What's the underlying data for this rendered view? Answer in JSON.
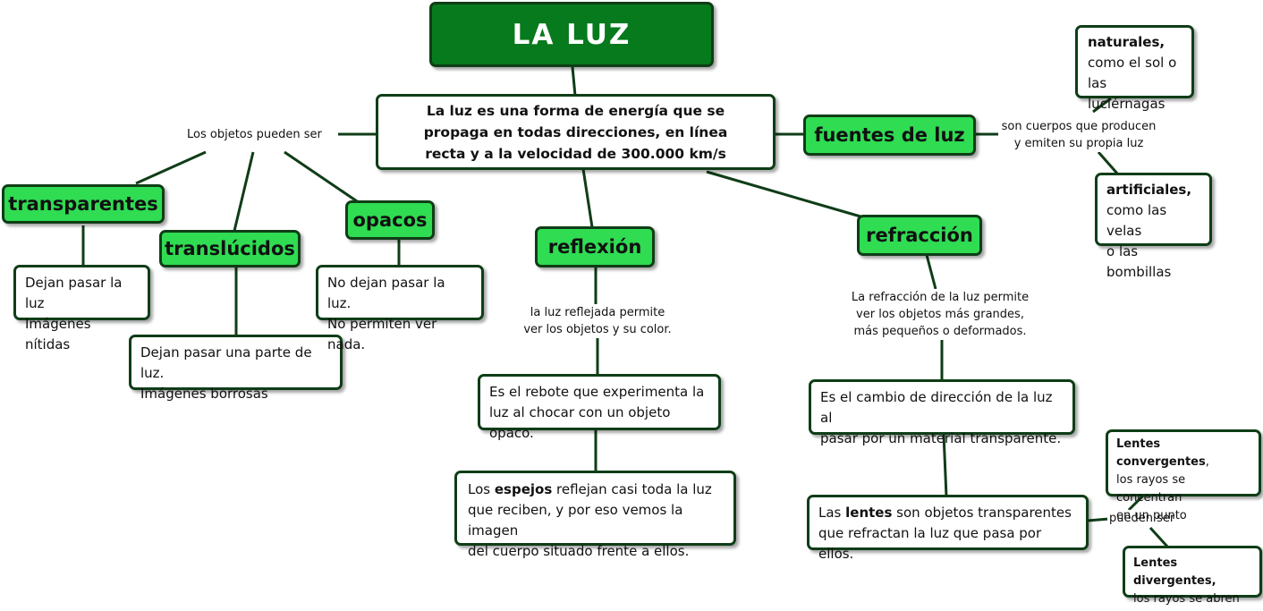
{
  "title": "LA LUZ",
  "definition": [
    "La luz es una forma de energía que se",
    "propaga en todas direcciones, en línea",
    "recta y a la velocidad de 300.000 km/s"
  ],
  "objects": {
    "link_label": "Los objetos pueden ser",
    "transparent": {
      "label": "transparentes",
      "desc": [
        "Dejan pasar la luz",
        "Imágenes nítidas"
      ]
    },
    "translucent": {
      "label": "translúcidos",
      "desc": [
        "Dejan pasar una parte de luz.",
        "Imágenes borrosas"
      ]
    },
    "opaque": {
      "label": "opacos",
      "desc": [
        "No dejan pasar la luz.",
        "No permiten ver nada."
      ]
    }
  },
  "sources": {
    "label": "fuentes de luz",
    "link_label": [
      "son cuerpos que producen",
      "y emiten su propia luz"
    ],
    "natural": {
      "bold": "naturales,",
      "rest": [
        "como el sol o",
        "las luciérnagas"
      ]
    },
    "artificial": {
      "bold": "artificiales,",
      "rest": [
        "como las velas",
        "o las bombillas"
      ]
    }
  },
  "reflection": {
    "label": "reflexión",
    "link_label": [
      "la luz reflejada permite",
      "ver los objetos y su color."
    ],
    "definition": [
      "Es el rebote que experimenta la",
      "luz al chocar con un objeto opaco."
    ],
    "mirrors": {
      "pre": "Los ",
      "bold": "espejos",
      "post": " reflejan casi toda la luz",
      "rest": [
        "que reciben, y por eso vemos la imagen",
        "del cuerpo situado frente a ellos."
      ]
    }
  },
  "refraction": {
    "label": "refracción",
    "link_label": [
      "La refracción de la luz permite",
      "ver los objetos más grandes,",
      "más pequeños o deformados."
    ],
    "definition": [
      "Es el cambio de dirección de la luz al",
      "pasar por un material transparente."
    ],
    "lenses": {
      "pre": "Las ",
      "bold": "lentes",
      "post": " son objetos transparentes",
      "rest": [
        "que refractan la luz que pasa por ellos."
      ]
    },
    "lenses_link_label": "pueden ser",
    "convergent": {
      "bold": "Lentes convergentes",
      "post": ",",
      "rest": [
        "los rayos se concentran",
        "en un punto"
      ]
    },
    "divergent": {
      "bold": "Lentes divergentes,",
      "rest": [
        "los rayos se abren"
      ]
    }
  }
}
